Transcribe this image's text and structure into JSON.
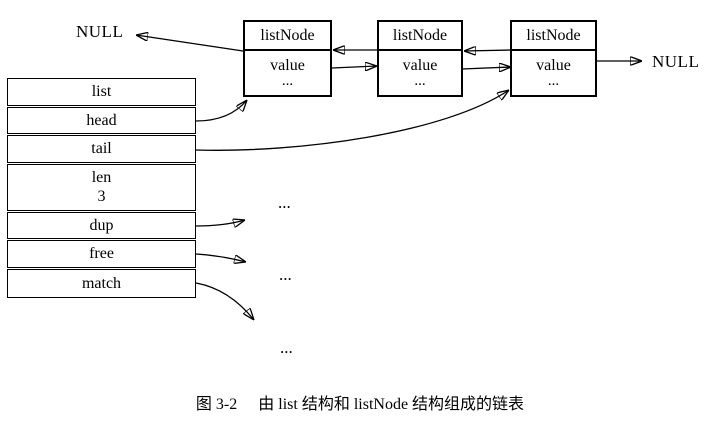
{
  "page": {
    "background_color": "#ffffff",
    "line_color": "#000000",
    "text_color": "#000000"
  },
  "list_struct": {
    "title": "list",
    "fields": [
      {
        "label": "head"
      },
      {
        "label": "tail"
      },
      {
        "label": "len",
        "value": "3"
      },
      {
        "label": "dup"
      },
      {
        "label": "free"
      },
      {
        "label": "match"
      }
    ]
  },
  "nodes": [
    {
      "title": "listNode",
      "value_label": "value",
      "ellipsis": "..."
    },
    {
      "title": "listNode",
      "value_label": "value",
      "ellipsis": "..."
    },
    {
      "title": "listNode",
      "value_label": "value",
      "ellipsis": "..."
    }
  ],
  "pointers": {
    "null_left": "NULL",
    "null_right": "NULL"
  },
  "ellipsis_marks": [
    "...",
    "...",
    "..."
  ],
  "caption": {
    "figure_label": "图 3-2",
    "text": "由 list 结构和 listNode 结构组成的链表"
  }
}
